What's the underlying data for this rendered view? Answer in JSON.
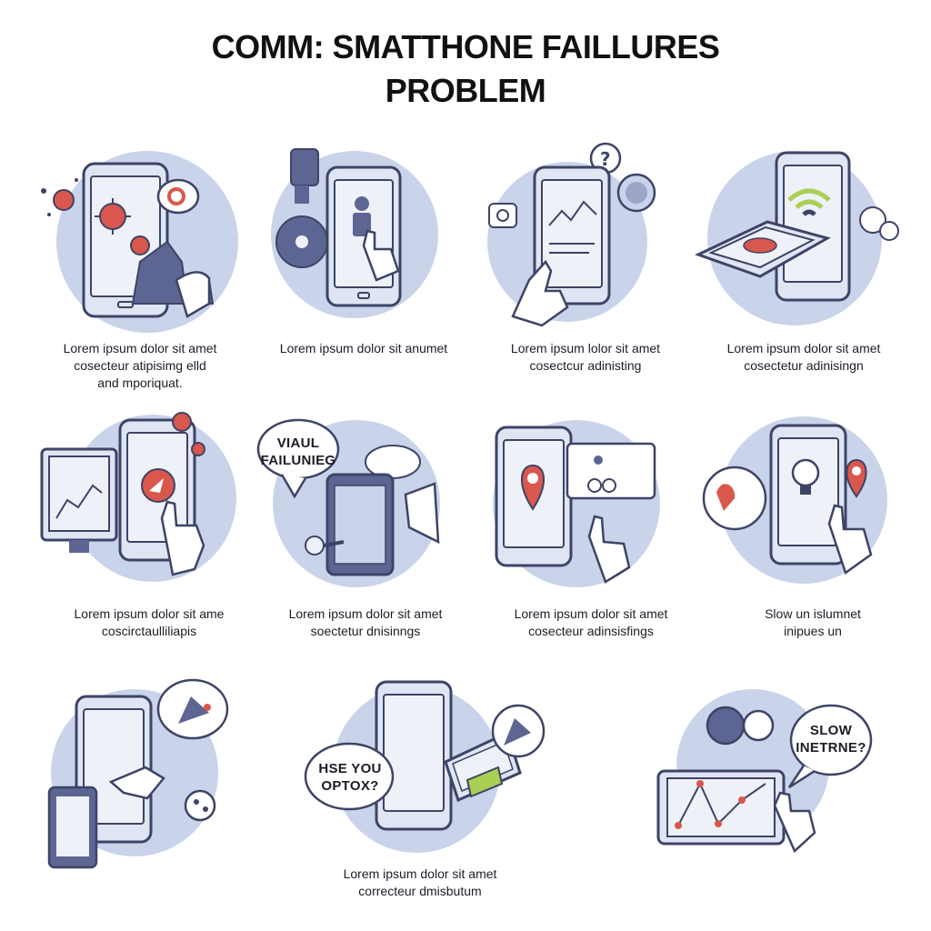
{
  "title": {
    "line1": "COMM: SMATTHONE FAILLURES",
    "line2": "PROBLEM"
  },
  "colors": {
    "circle": "#c9d3ea",
    "phone_fill": "#dfe5f3",
    "phone_stroke": "#3e4466",
    "screen": "#eef1f8",
    "red": "#d9574c",
    "accent_green": "#a9cf54",
    "dark_blue": "#5d6593"
  },
  "panels": [
    {
      "id": "virus-malware",
      "icons": [
        "phone-icon",
        "virus-icon",
        "hand-icon",
        "speech-bubble-icon"
      ],
      "caption": [
        "Lorem ipsum dolor sit amet",
        "cosecteur atipisimg elld",
        "and mporiquat."
      ]
    },
    {
      "id": "touch-unresponsive",
      "icons": [
        "phone-icon",
        "hand-icon",
        "cd-disc-icon",
        "plug-icon"
      ],
      "caption": [
        "Lorem ipsum dolor sit anumet"
      ]
    },
    {
      "id": "slow-performance-chart",
      "icons": [
        "phone-icon",
        "line-chart-icon",
        "hand-icon",
        "question-bubble-icon",
        "virus-icon"
      ],
      "caption": [
        "Lorem ipsum lolor sit amet",
        "cosectcur adinisting"
      ]
    },
    {
      "id": "wifi-connectivity",
      "icons": [
        "phone-icon",
        "wifi-icon",
        "tablet-icon",
        "speech-bubble-icon"
      ],
      "caption": [
        "Lorem ipsum dolor sit amet",
        "cosectetur adinisingn"
      ]
    },
    {
      "id": "app-crash",
      "icons": [
        "monitor-icon",
        "phone-icon",
        "virus-icon",
        "hand-icon",
        "crash-icon"
      ],
      "caption": [
        "Lorem ipsum dolor sit ame",
        "coscirctaulliliapis"
      ]
    },
    {
      "id": "viral-failure",
      "icons": [
        "phone-icon",
        "speech-bubble-icon",
        "charger-plug-icon",
        "cloud-icon"
      ],
      "caption": [
        "Lorem ipsum dolor sit amet",
        "soectetur dnisinngs"
      ],
      "bubble": [
        "VIAUL",
        "FAILUNIEG"
      ]
    },
    {
      "id": "gps-location",
      "icons": [
        "phone-icon",
        "map-pin-icon",
        "hand-icon",
        "chat-bubble-icon"
      ],
      "caption": [
        "Lorem ipsum dolor sit amet",
        "cosecteur adinsisfings"
      ]
    },
    {
      "id": "overheating-idea",
      "icons": [
        "phone-icon",
        "lightbulb-icon",
        "map-pin-icon",
        "hand-icon",
        "broken-heart-icon"
      ],
      "caption": [
        "Slow un islumnet",
        "inipues un"
      ]
    },
    {
      "id": "tablet-warning",
      "icons": [
        "phone-icon",
        "tablet-icon",
        "warning-triangle-icon",
        "virus-icon",
        "hand-icon"
      ],
      "caption": []
    },
    {
      "id": "update-option",
      "icons": [
        "phone-icon",
        "tablet-icon",
        "speech-bubble-icon",
        "battery-icon"
      ],
      "caption": [
        "Lorem ipsum dolor sit amet",
        "correcteur dmisbutum"
      ],
      "bubble": [
        "HSE YOU",
        "OPTOX?"
      ]
    },
    {
      "id": "slow-internet",
      "icons": [
        "tablet-icon",
        "line-graph-icon",
        "hand-icon",
        "speech-bubble-icon",
        "gear-icon"
      ],
      "caption": [],
      "bubble": [
        "SLOW",
        "INETRNE?"
      ]
    }
  ]
}
